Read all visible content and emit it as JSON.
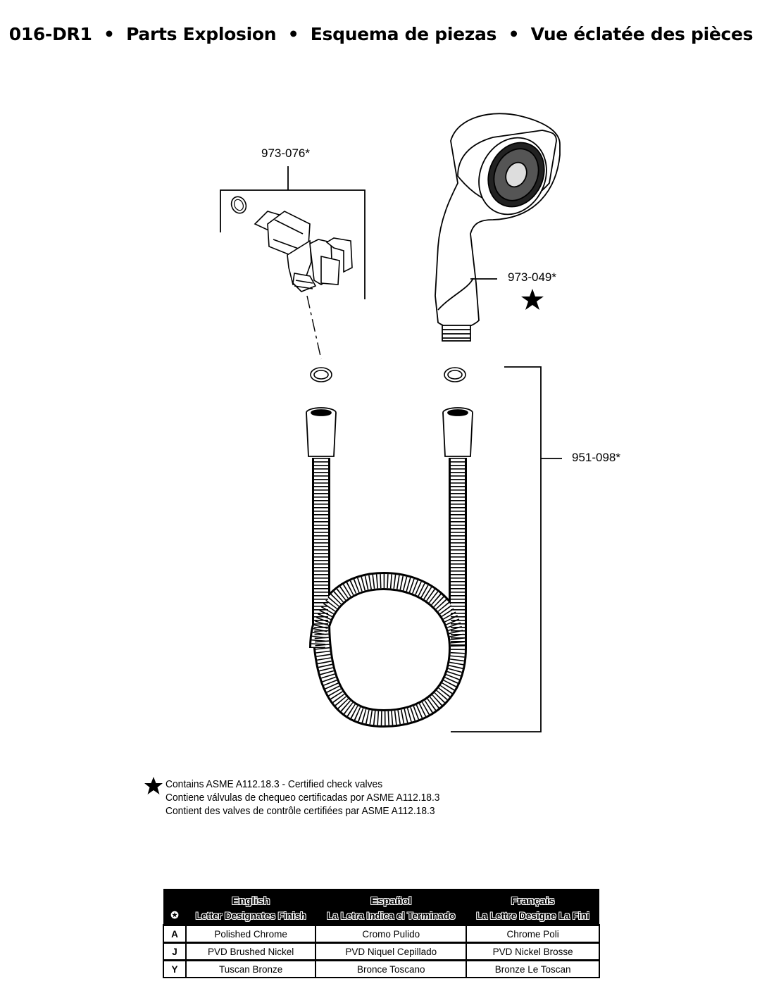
{
  "header": {
    "model": "016-DR1",
    "sep": "•",
    "title_en": "Parts Explosion",
    "title_es": "Esquema de piezas",
    "title_fr": "Vue éclatée des pièces"
  },
  "callouts": {
    "bracket": "973-076*",
    "handshower": "973-049*",
    "hose": "951-098*"
  },
  "note": {
    "icon": "star-icon",
    "line_en": "Contains ASME A112.18.3 - Certified check valves",
    "line_es": "Contiene válvulas de chequeo certificadas por ASME A112.18.3",
    "line_fr": "Contient des valves de contrôle certifiées par ASME A112.18.3"
  },
  "finish_table": {
    "header_languages": [
      "English",
      "Español",
      "Français"
    ],
    "header_symbol": "✪",
    "header_sub": [
      "Letter Designates Finish",
      "La Letra Indica el Terminado",
      "La Lettre Designe La Fini"
    ],
    "rows": [
      {
        "code": "A",
        "en": "Polished Chrome",
        "es": "Cromo Pulido",
        "fr": "Chrome Poli"
      },
      {
        "code": "J",
        "en": "PVD Brushed Nickel",
        "es": "PVD Niquel Cepillado",
        "fr": "PVD Nickel Brosse"
      },
      {
        "code": "Y",
        "en": "Tuscan Bronze",
        "es": "Bronce Toscano",
        "fr": "Bronze Le Toscan"
      }
    ]
  }
}
